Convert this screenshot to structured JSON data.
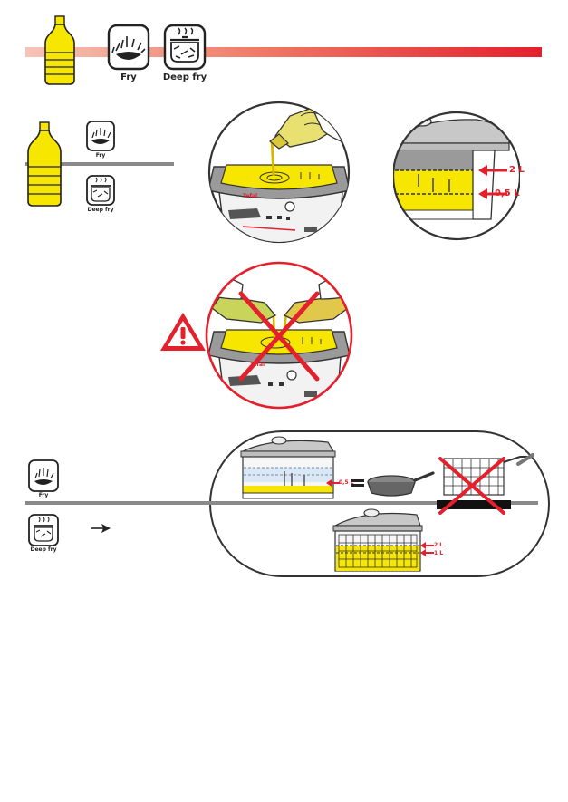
{
  "header": {
    "fry_label": "Fry",
    "deep_fry_label": "Deep fry"
  },
  "section1": {
    "fry_label": "Fry",
    "deep_fry_label": "Deep fry",
    "level_high": "2 L",
    "level_low": "0,5 L",
    "device_brand": "Tefal"
  },
  "section2": {
    "device_brand": "Tefal"
  },
  "section3": {
    "fry_label": "Fry",
    "deep_fry_label": "Deep fry",
    "fry_level": "0,5 L",
    "deep_level_high": "2 L",
    "deep_level_low": "1 L"
  },
  "colors": {
    "accent_red": "#e3202c",
    "oil_yellow": "#f7e600",
    "gray": "#8a8a8a"
  }
}
